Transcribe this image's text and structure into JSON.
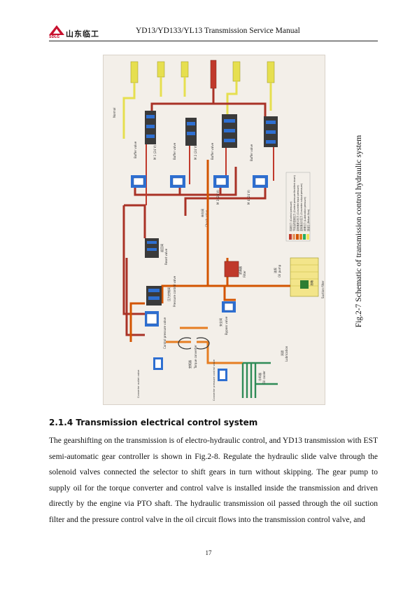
{
  "header": {
    "logo_text": "山东临工",
    "logo_sub": "SDLG",
    "title": "YD13/YD133/YL13 Transmission Service Manual"
  },
  "figure": {
    "caption": "Fig.2-7 Schematic of transmission control hydraulic system",
    "labels": {
      "normal": "Normal",
      "buffer_valve": "Buffer valve",
      "buffer_valve_cn": "缓冲阀",
      "m1": "M 1 (24 V)",
      "m2": "M 2 (24 V)",
      "m3": "M 3 (24 V)",
      "m4": "M 4 (24 V)",
      "reset_valve": "Reset valve",
      "reset_valve_cn": "返回阀",
      "check_valve": "Check valve",
      "check_valve_cn": "单向阀",
      "pressure_valve": "Pressure control valve",
      "pressure_valve_cn": "压力控制阀",
      "oil_pump": "Oil pump",
      "oil_pump_cn": "油泵",
      "filter": "Filter",
      "filter_cn": "滤清器",
      "bypass": "Bypass valve",
      "bypass_cn": "安全阀",
      "suction_filter": "Suction filter",
      "oil_tank": "油箱",
      "torque_converter": "Torque converter",
      "torque_converter_cn": "变矩器",
      "lubrication": "Lubrication",
      "lubrication_cn": "润滑",
      "oil_cooler": "Oil cooler",
      "oil_cooler_cn": "冷却器",
      "control_pressure_valve": "Control pressure valve",
      "converter_outlet_valve": "Converter outlet valve",
      "converter_pressure_valve": "Converter pressure control valve"
    },
    "legend": [
      {
        "label": "控制压力 (Control pressure)",
        "color": "#c0392b"
      },
      {
        "label": "节流后的控制压力 (Control pressure throttled down)",
        "color": "#e59866"
      },
      {
        "label": "变矩器进口压力 (Converter input pressure)",
        "color": "#d35400"
      },
      {
        "label": "变矩器出口压力 (Converter output pressure)",
        "color": "#e67e22"
      },
      {
        "label": "润滑压力 (Lubrication pressure)",
        "color": "#27ae60"
      },
      {
        "label": "回油压 (Return flow)",
        "color": "#f1e05a"
      }
    ],
    "colors": {
      "frame": "#d9d2c9",
      "control": "#a93226",
      "throttled": "#c0392b",
      "converter_in": "#d35400",
      "converter_out": "#e67e22",
      "lube": "#2e8b57",
      "return": "#e6df4f",
      "valve_body": "#3a3a3a",
      "blue": "#2e6fd1"
    }
  },
  "section": {
    "heading": "2.1.4 Transmission electrical control system",
    "body": "The gearshifting on the transmission is of electro-hydraulic control, and YD13 transmission with EST semi-automatic gear controller is shown in Fig.2-8. Regulate the hydraulic slide valve through the solenoid valves connected the selector to shift gears in turn without skipping. The gear pump to supply oil for the torque converter and control valve is installed inside the transmission and driven directly by the engine via PTO shaft. The hydraulic transmission oil passed through the oil suction filter and the pressure control valve in the oil circuit flows into the transmission control valve, and"
  },
  "page_number": "17"
}
